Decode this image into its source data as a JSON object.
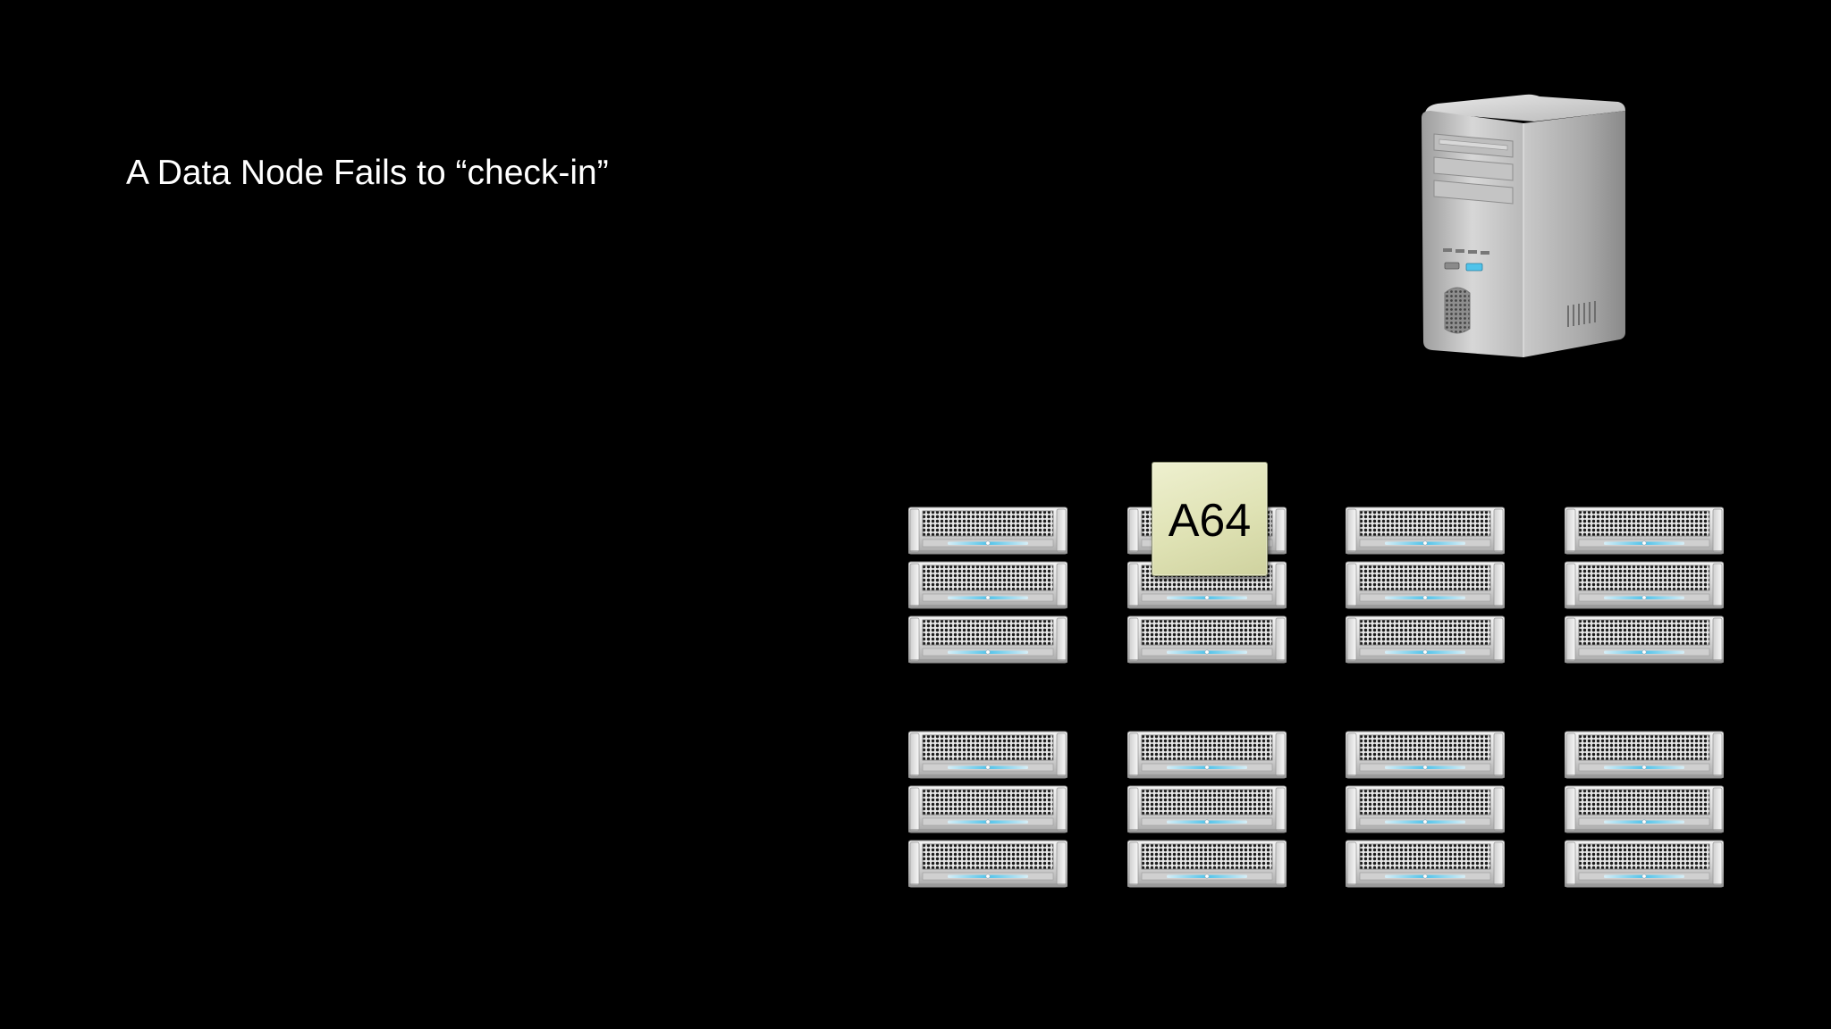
{
  "slide": {
    "title": "A Data Node Fails to “check-in”"
  },
  "name_node": {
    "icon": "tower-server-icon"
  },
  "cluster": {
    "groups_per_row": 4,
    "rows": 2,
    "units_per_group": 3,
    "unit_icon": "rack-server-icon"
  },
  "block": {
    "label": "A64",
    "color": "#dfe2b4"
  },
  "colors": {
    "background": "#000000",
    "title_text": "#ffffff",
    "server_light": "#4fc3ea"
  }
}
